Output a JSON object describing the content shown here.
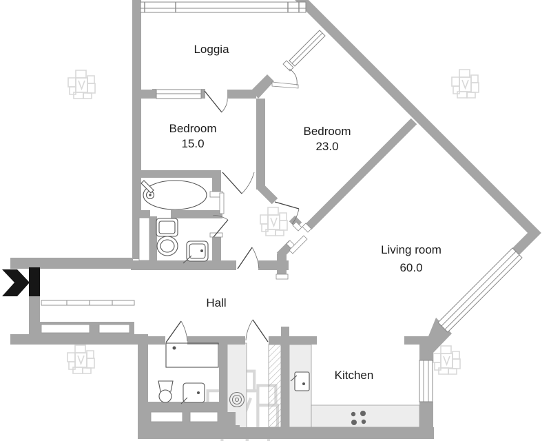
{
  "plan": {
    "rooms": {
      "loggia": {
        "label": "Loggia"
      },
      "bedroom_small": {
        "label": "Bedroom",
        "area": "15.0"
      },
      "bedroom_large": {
        "label": "Bedroom",
        "area": "23.0"
      },
      "living_room": {
        "label": "Living room",
        "area": "60.0"
      },
      "hall": {
        "label": "Hall"
      },
      "kitchen": {
        "label": "Kitchen"
      }
    },
    "fixtures": [
      "bathtub",
      "toilet",
      "washbasin",
      "shower",
      "toilet",
      "washbasin",
      "kitchen-sink",
      "hob",
      "washing-machine",
      "wardrobe"
    ],
    "colors": {
      "wall": "#a5a5a5",
      "counter": "#ededed",
      "fixture_line": "#555555",
      "watermark": "#d8d8d8",
      "entrance": "#161616",
      "background": "#ffffff",
      "text": "#1c1c1c"
    }
  }
}
